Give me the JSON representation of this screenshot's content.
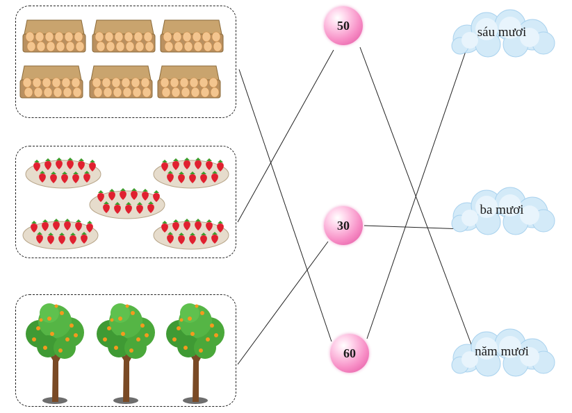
{
  "groups": [
    {
      "name": "egg-cartons",
      "count": 6
    },
    {
      "name": "strawberry-plates",
      "count": 5
    },
    {
      "name": "orange-trees",
      "count": 3
    }
  ],
  "numbers": [
    "50",
    "30",
    "60"
  ],
  "words": [
    "sáu mươi",
    "ba mươi",
    "năm mươi"
  ],
  "colors": {
    "ball": "#f06cb4",
    "cloud": "#cfe8f7",
    "line": "#222222",
    "egg": "#f2c08a",
    "carton": "#b08a5a",
    "strawberry": "#e0202f",
    "tree": "#4aa83a",
    "orange": "#f39a1e"
  }
}
